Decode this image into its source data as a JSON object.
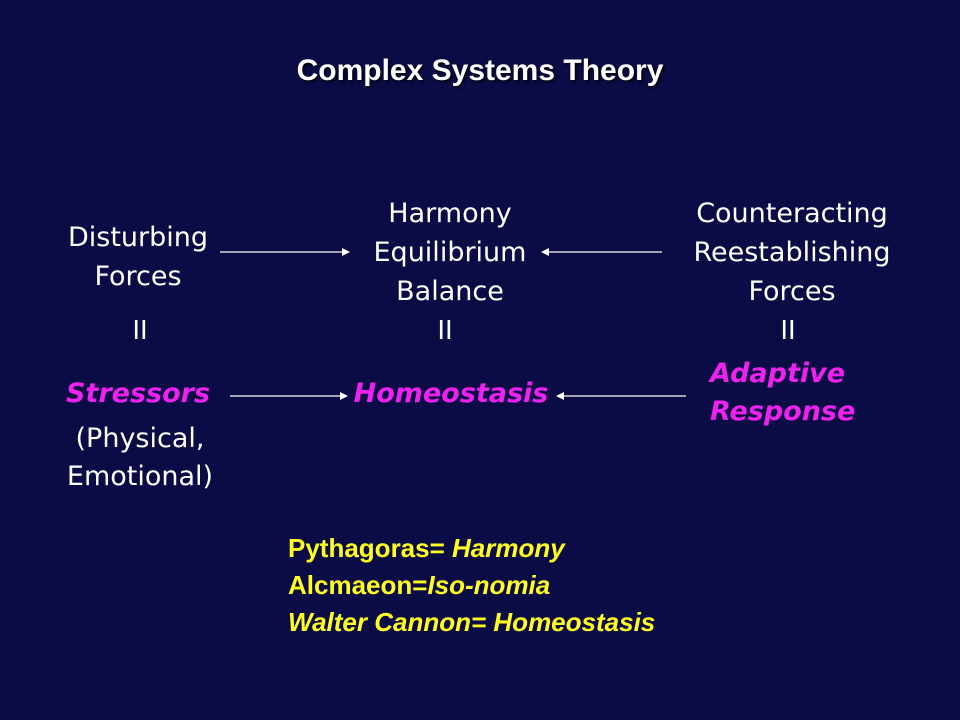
{
  "title": "Complex Systems Theory",
  "top_row": {
    "left": [
      "Disturbing",
      "Forces"
    ],
    "center": [
      "Harmony",
      "Equilibrium",
      "Balance"
    ],
    "right": [
      "Counteracting",
      "Reestablishing",
      "Forces"
    ]
  },
  "equals_symbol": "II",
  "bottom_row": {
    "left": "Stressors",
    "left_sub": [
      "(Physical,",
      "Emotional)"
    ],
    "center": "Homeostasis",
    "right": [
      "Adaptive",
      "Response"
    ]
  },
  "notes": [
    {
      "name": "Pythagoras=",
      "term": "Harmony"
    },
    {
      "name": "Alcmaeon=",
      "term": "Iso-nomia"
    },
    {
      "name": "Walter Cannon=",
      "term": "Homeostasis"
    }
  ],
  "colors": {
    "background": "#0b0b45",
    "text": "#ffffff",
    "accent_magenta": "#ee22ee",
    "accent_yellow": "#ffff22"
  }
}
